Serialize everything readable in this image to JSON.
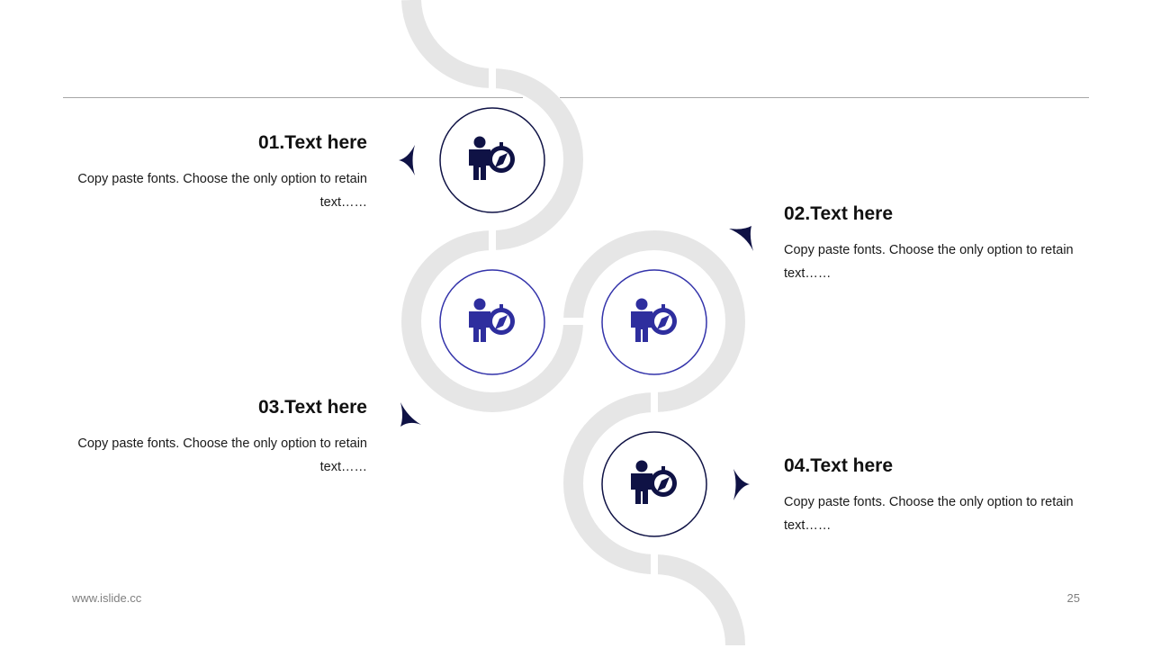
{
  "items": [
    {
      "title": "01.Text here",
      "body": "Copy paste fonts. Choose the only option to retain text……"
    },
    {
      "title": "02.Text here",
      "body": "Copy paste fonts. Choose the only option to retain text……"
    },
    {
      "title": "03.Text here",
      "body": "Copy paste fonts. Choose the only option to retain text……"
    },
    {
      "title": "04.Text here",
      "body": "Copy paste fonts. Choose the only option to retain text……"
    }
  ],
  "footer": {
    "website": "www.islide.cc",
    "page_number": "25"
  },
  "icons": {
    "node_icon": "businessman-compass-icon",
    "pointer": "arrowhead-pointer-icon"
  },
  "colors": {
    "accent_dark": "#0f1245",
    "accent_blue": "#3333aa",
    "ring_gray": "#e6e6e6",
    "divider": "#a6a6a6"
  }
}
